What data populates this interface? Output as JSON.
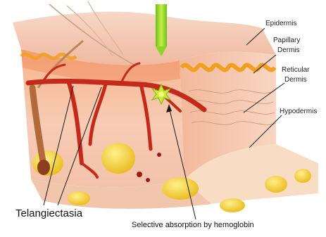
{
  "labels": {
    "epidermis": "Epidermis",
    "papillary_line1": "Papillary",
    "papillary_line2": "Dermis",
    "reticular_line1": "Reticular",
    "reticular_line2": "Dermis",
    "hypodermis": "Hypodermis",
    "telangiectasia": "Telangiectasia",
    "selective_absorption": "Selective absorption by hemoglobin"
  },
  "colors": {
    "background": "#ffffff",
    "epidermis_top": "#f4c9b4",
    "papillary_layer": "#f3a37a",
    "reticular_layer": "#f6c9b0",
    "hypodermis_layer": "#f8ddc4",
    "blood_vessel": "#c42a1c",
    "fat_lobule": "#f2d22c",
    "laser_beam": "#8fd32a",
    "absorption_burst": "#b4e02a",
    "hair_shaft": "#c78a55",
    "wave_orange": "#f0a020"
  },
  "icons": {
    "laser": "laser-beam-icon",
    "absorption": "absorption-burst-icon"
  }
}
